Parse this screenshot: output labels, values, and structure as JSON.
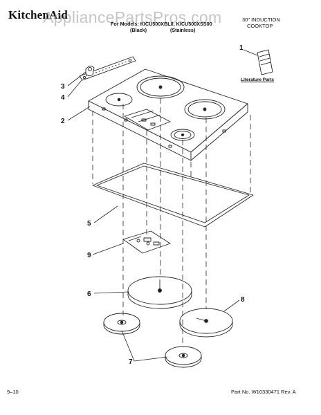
{
  "header": {
    "brand": "KitchenAid",
    "models_line1": "For Models: KICU500XBL0, KICU500XSS00",
    "models_black": "(Black)",
    "models_stainless": "(Stainless)",
    "title_line1": "30\" INDUCTION",
    "title_line2": "COOKTOP"
  },
  "watermark": "AppliancePartsPros.com",
  "literature_label": "Literature Parts",
  "callouts": [
    "1",
    "2",
    "3",
    "4",
    "5",
    "6",
    "7",
    "8",
    "9"
  ],
  "footer": {
    "page": "9–10",
    "part_number": "Part No. W10330471 Rev. A"
  }
}
